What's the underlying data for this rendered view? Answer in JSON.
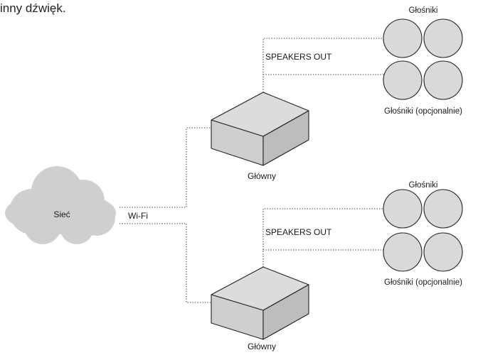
{
  "caption": "inny dźwięk.",
  "network": {
    "label": "Sieć",
    "link_label": "Wi-Fi"
  },
  "units": [
    {
      "amp_label": "Główny",
      "output_label": "SPEAKERS OUT",
      "speakers_label": "Głośniki",
      "optional_speakers_label": "Głośniki (opcjonalnie)"
    },
    {
      "amp_label": "Główny",
      "output_label": "SPEAKERS OUT",
      "speakers_label": "Głośniki",
      "optional_speakers_label": "Głośniki (opcjonalnie)"
    }
  ],
  "colors": {
    "fill_light": "#d9d9d9",
    "fill_dark": "#bdbdbd",
    "line": "#222222"
  }
}
